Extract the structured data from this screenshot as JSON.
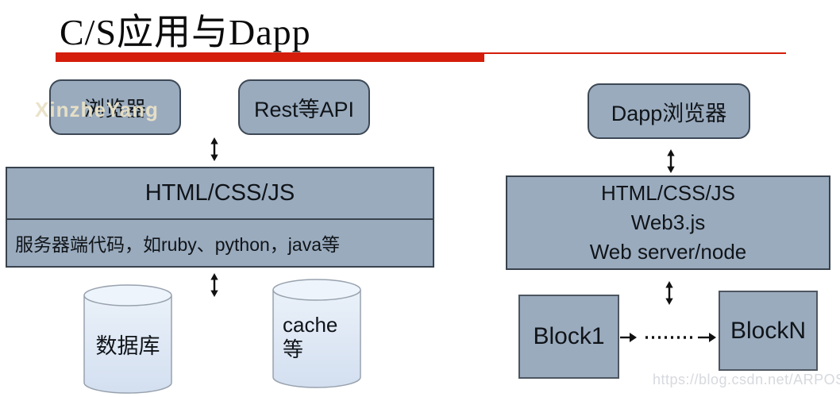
{
  "title": {
    "text": "C/S应用与Dapp"
  },
  "colors": {
    "accent_red": "#d41d0a",
    "node_fill": "#9aabbe",
    "node_border": "#38424d",
    "cylinder_fill": "#d9e4f2",
    "cylinder_top_fill": "#eef4fb"
  },
  "watermarks": {
    "top_left": "XinzheYang",
    "bottom_right": "https://blog.csdn.net/ARPOSPF"
  },
  "left_column": {
    "browser_label": "浏览器",
    "rest_api_label": "Rest等API",
    "stack_top": "HTML/CSS/JS",
    "stack_bottom": "服务器端代码，如ruby、python，java等",
    "database_label": "数据库",
    "cache_label_line1": "cache",
    "cache_label_line2": "等"
  },
  "right_column": {
    "browser_label": "Dapp浏览器",
    "stack_lines": [
      "HTML/CSS/JS",
      "Web3.js",
      "Web server/node"
    ],
    "block1_label": "Block1",
    "blockn_label": "BlockN"
  }
}
